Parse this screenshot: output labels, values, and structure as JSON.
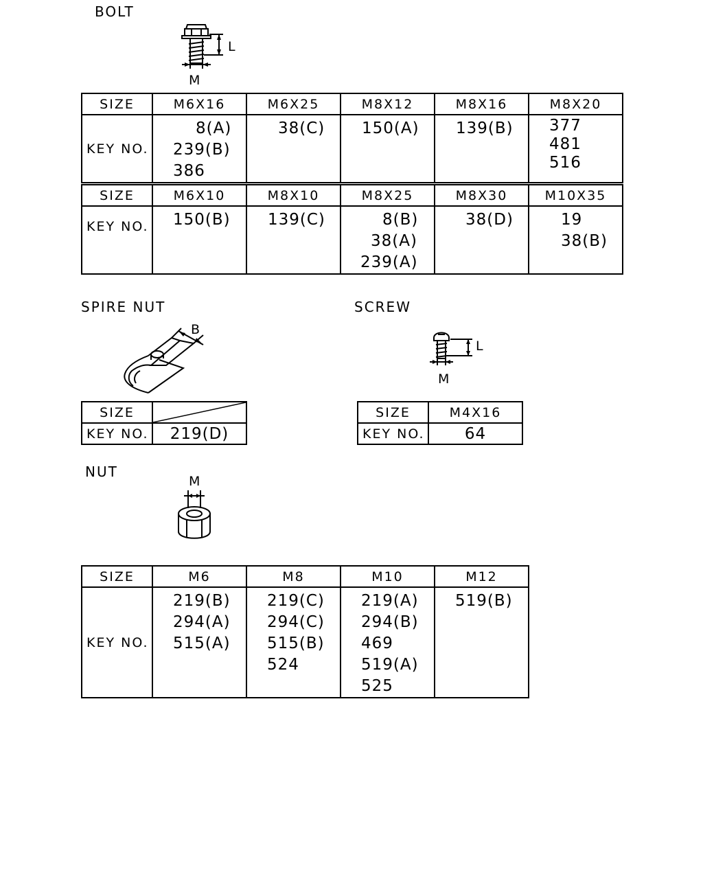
{
  "bolt": {
    "title": "BOLT",
    "dim_l": "L",
    "dim_m": "M",
    "table1": {
      "size_label": "SIZE",
      "key_label": "KEY NO.",
      "columns": [
        {
          "size": "M6X16",
          "keys": [
            "8(A)",
            "239(B)",
            "386"
          ]
        },
        {
          "size": "M6X25",
          "keys": [
            "38(C)"
          ]
        },
        {
          "size": "M8X12",
          "keys": [
            "150(A)"
          ]
        },
        {
          "size": "M8X16",
          "keys": [
            "139(B)"
          ]
        },
        {
          "size": "M8X20",
          "keys": [
            "377",
            "481",
            "516"
          ]
        }
      ]
    },
    "table2": {
      "size_label": "SIZE",
      "key_label": "KEY NO.",
      "columns": [
        {
          "size": "M6X10",
          "keys": [
            "150(B)"
          ]
        },
        {
          "size": "M8X10",
          "keys": [
            "139(C)"
          ]
        },
        {
          "size": "M8X25",
          "keys": [
            "8(B)",
            "38(A)",
            "239(A)"
          ]
        },
        {
          "size": "M8X30",
          "keys": [
            "38(D)"
          ]
        },
        {
          "size": "M10X35",
          "keys": [
            "19",
            "38(B)"
          ]
        }
      ]
    }
  },
  "spire_nut": {
    "title": "SPIRE NUT",
    "dim_b": "B",
    "size_label": "SIZE",
    "key_label": "KEY NO.",
    "key": "219(D)"
  },
  "screw": {
    "title": "SCREW",
    "dim_l": "L",
    "dim_m": "M",
    "size_label": "SIZE",
    "key_label": "KEY NO.",
    "size": "M4X16",
    "key": "64"
  },
  "nut": {
    "title": "NUT",
    "dim_m": "M",
    "size_label": "SIZE",
    "key_label": "KEY NO.",
    "columns": [
      {
        "size": "M6",
        "keys": [
          "219(B)",
          "294(A)",
          "515(A)"
        ]
      },
      {
        "size": "M8",
        "keys": [
          "219(C)",
          "294(C)",
          "515(B)",
          "524"
        ]
      },
      {
        "size": "M10",
        "keys": [
          "219(A)",
          "294(B)",
          "469",
          "519(A)",
          "525"
        ]
      },
      {
        "size": "M12",
        "keys": [
          "519(B)"
        ]
      }
    ]
  }
}
